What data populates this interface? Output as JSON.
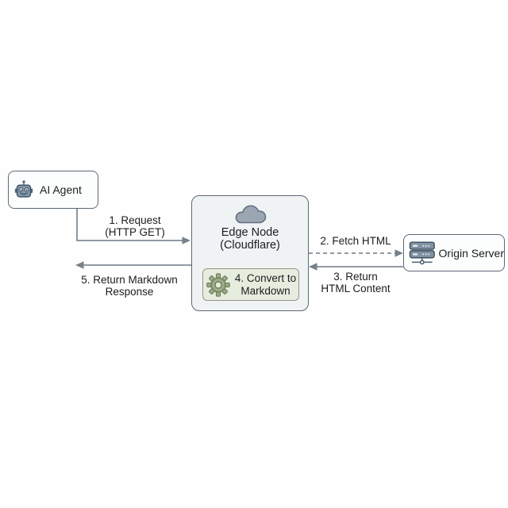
{
  "diagram": {
    "nodes": {
      "ai_agent": {
        "label": "AI Agent",
        "icon": "robot-icon"
      },
      "edge_node": {
        "title": "Edge Node",
        "subtitle": "(Cloudflare)",
        "icon": "cloud-icon"
      },
      "convert_step": {
        "line1": "4. Convert to",
        "line2": "Markdown",
        "icon": "gear-icon"
      },
      "origin_server": {
        "label": "Origin Server",
        "icon": "server-icon"
      }
    },
    "edges": {
      "request": {
        "line1": "1. Request",
        "line2": "(HTTP GET)",
        "style": "solid",
        "from": "ai_agent",
        "to": "edge_node"
      },
      "fetch_html": {
        "line1": "2. Fetch HTML",
        "style": "dashed",
        "from": "edge_node",
        "to": "origin_server"
      },
      "return_html": {
        "line1": "3. Return",
        "line2": "HTML Content",
        "style": "solid",
        "from": "origin_server",
        "to": "edge_node"
      },
      "return_markdown": {
        "line1": "5. Return Markdown",
        "line2": "Response",
        "style": "solid",
        "from": "edge_node",
        "to": "ai_agent"
      }
    },
    "colors": {
      "canvas_bg": "#fefefe",
      "box_border": "#5d6a76",
      "box_fill": "#fcfdfd",
      "edge_node_fill": "#f0f3f3",
      "convert_fill": "#e7edde",
      "convert_border": "#8e9889",
      "arrow_line": "#828c96",
      "arrowhead": "#76818c",
      "text": "#1b1d20",
      "icon_slate": "#8496a7",
      "icon_green": "#9cab8b"
    }
  }
}
